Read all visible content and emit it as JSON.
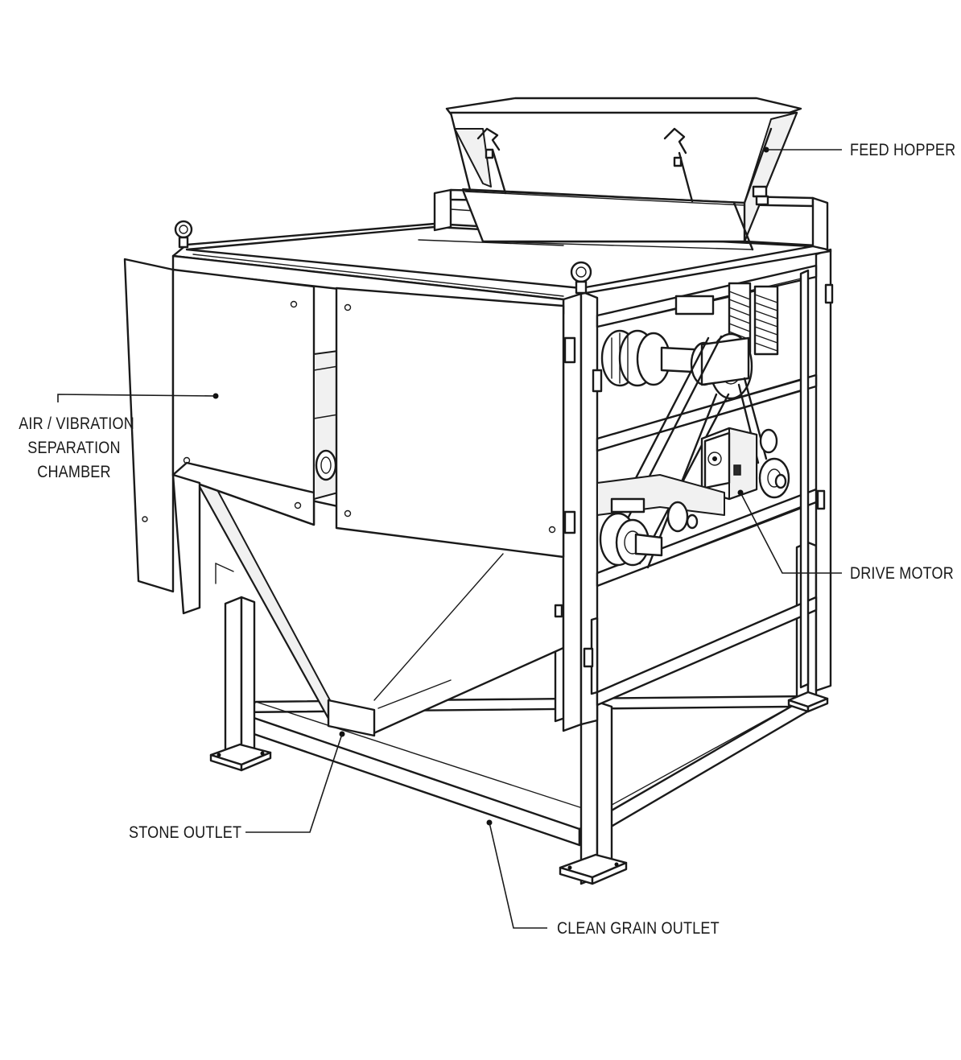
{
  "labels": {
    "feed_hopper": "FEED HOPPER",
    "separation_chamber": {
      "line1": "AIR / VIBRATION",
      "line2": "SEPARATION",
      "line3": "CHAMBER"
    },
    "drive_motor": "DRIVE MOTOR",
    "stone_outlet": "STONE OUTLET",
    "clean_grain_outlet": "CLEAN GRAIN OUTLET"
  }
}
